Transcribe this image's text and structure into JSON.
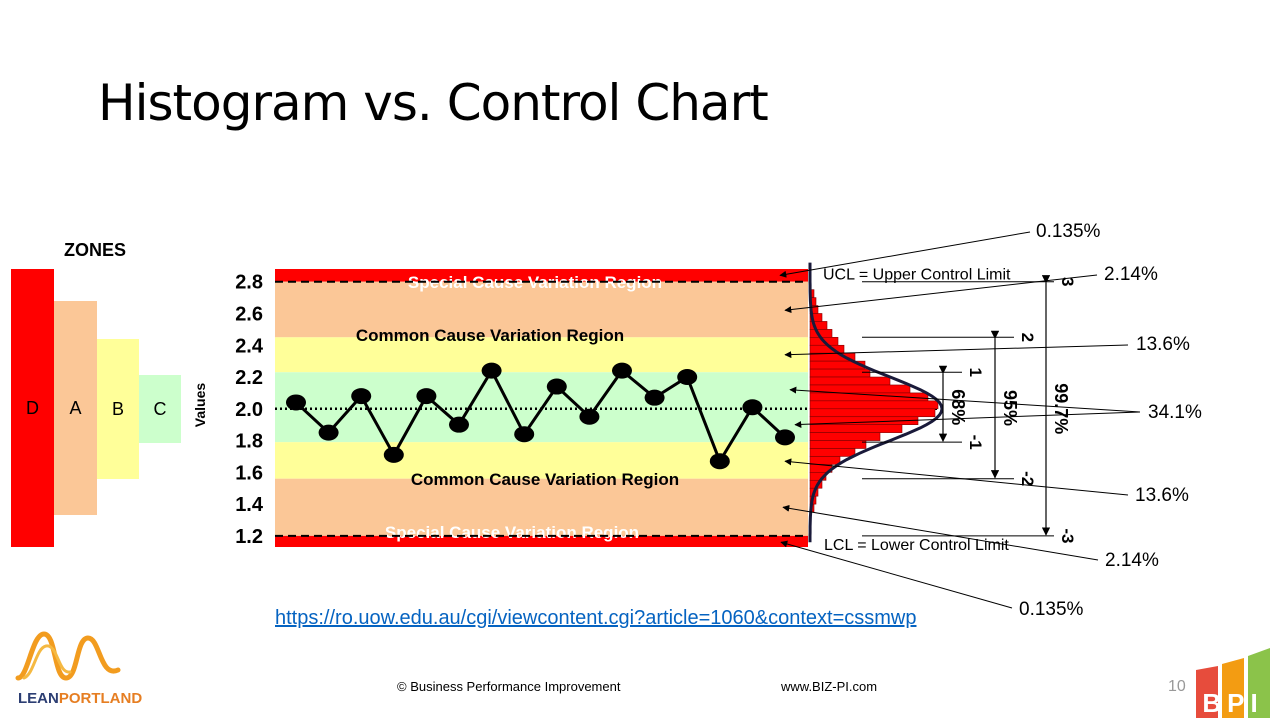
{
  "slide": {
    "title": "Histogram vs. Control Chart",
    "zones_label": "ZONES",
    "zones": [
      "D",
      "A",
      "B",
      "C"
    ],
    "link": "https://ro.uow.edu.au/cgi/viewcontent.cgi?article=1060&context=cssmwp",
    "footer_copyright": "© Business Performance Improvement",
    "footer_site": "www.BIZ-PI.com",
    "page_number": "10",
    "logo_left": {
      "part1": "LEAN",
      "part2": "PORTLAND"
    },
    "logo_right": "BPI"
  },
  "colors": {
    "special": "#ff0000",
    "common_outer": "#fbc797",
    "common_mid": "#ffff99",
    "center": "#ccffcc",
    "hist_bar": "#ff0000",
    "line": "#000000",
    "link": "#0563c1"
  },
  "chart_data": {
    "type": "line",
    "ylabel": "Values",
    "yticks": [
      1.2,
      1.4,
      1.6,
      1.8,
      2.0,
      2.2,
      2.4,
      2.6,
      2.8
    ],
    "ylim": [
      1.13,
      2.88
    ],
    "center_line": 2.0,
    "ucl": 2.8,
    "lcl": 1.2,
    "bands": [
      {
        "from": 2.8,
        "to": 2.88,
        "kind": "special",
        "label": "Special Cause Variation Region"
      },
      {
        "from": 2.45,
        "to": 2.8,
        "kind": "common_outer",
        "label": ""
      },
      {
        "from": 2.23,
        "to": 2.45,
        "kind": "common_mid",
        "label": "Common Cause Variation Region"
      },
      {
        "from": 1.79,
        "to": 2.23,
        "kind": "center",
        "label": ""
      },
      {
        "from": 1.56,
        "to": 1.79,
        "kind": "common_mid",
        "label": "Common Cause Variation Region"
      },
      {
        "from": 1.2,
        "to": 1.56,
        "kind": "common_outer",
        "label": ""
      },
      {
        "from": 1.13,
        "to": 1.2,
        "kind": "special",
        "label": "Special Cause Variation Region"
      }
    ],
    "values": [
      2.04,
      1.85,
      2.08,
      1.71,
      2.08,
      1.9,
      2.24,
      1.84,
      2.14,
      1.95,
      2.24,
      2.07,
      2.2,
      1.67,
      2.01,
      1.82
    ],
    "histogram": [
      {
        "y0": 2.7,
        "y1": 2.75,
        "w": 4
      },
      {
        "y0": 2.65,
        "y1": 2.7,
        "w": 6
      },
      {
        "y0": 2.6,
        "y1": 2.65,
        "w": 8
      },
      {
        "y0": 2.55,
        "y1": 2.6,
        "w": 12
      },
      {
        "y0": 2.5,
        "y1": 2.55,
        "w": 17
      },
      {
        "y0": 2.45,
        "y1": 2.5,
        "w": 22
      },
      {
        "y0": 2.4,
        "y1": 2.45,
        "w": 28
      },
      {
        "y0": 2.35,
        "y1": 2.4,
        "w": 34
      },
      {
        "y0": 2.3,
        "y1": 2.35,
        "w": 45
      },
      {
        "y0": 2.25,
        "y1": 2.3,
        "w": 55
      },
      {
        "y0": 2.2,
        "y1": 2.25,
        "w": 60
      },
      {
        "y0": 2.15,
        "y1": 2.2,
        "w": 80
      },
      {
        "y0": 2.1,
        "y1": 2.15,
        "w": 100
      },
      {
        "y0": 2.05,
        "y1": 2.1,
        "w": 118
      },
      {
        "y0": 2.0,
        "y1": 2.05,
        "w": 128
      },
      {
        "y0": 1.95,
        "y1": 2.0,
        "w": 125
      },
      {
        "y0": 1.9,
        "y1": 1.95,
        "w": 108
      },
      {
        "y0": 1.85,
        "y1": 1.9,
        "w": 92
      },
      {
        "y0": 1.8,
        "y1": 1.85,
        "w": 70
      },
      {
        "y0": 1.75,
        "y1": 1.8,
        "w": 56
      },
      {
        "y0": 1.7,
        "y1": 1.75,
        "w": 45
      },
      {
        "y0": 1.65,
        "y1": 1.7,
        "w": 30
      },
      {
        "y0": 1.6,
        "y1": 1.65,
        "w": 22
      },
      {
        "y0": 1.55,
        "y1": 1.6,
        "w": 16
      },
      {
        "y0": 1.5,
        "y1": 1.55,
        "w": 12
      },
      {
        "y0": 1.45,
        "y1": 1.5,
        "w": 8
      },
      {
        "y0": 1.4,
        "y1": 1.45,
        "w": 6
      },
      {
        "y0": 1.35,
        "y1": 1.4,
        "w": 4
      }
    ],
    "control_labels": {
      "ucl": "UCL = Upper Control Limit",
      "lcl": "LCL = Lower Control Limit"
    },
    "sigma_marks": [
      {
        "label": "3",
        "value": 2.8
      },
      {
        "label": "2",
        "value": 2.45
      },
      {
        "label": "1",
        "value": 2.23
      },
      {
        "label": "-1",
        "value": 1.79
      },
      {
        "label": "-2",
        "value": 1.56
      },
      {
        "label": "-3",
        "value": 1.2
      }
    ],
    "spans": [
      {
        "label": "68%",
        "from": 2.23,
        "to": 1.79
      },
      {
        "label": "95%",
        "from": 2.45,
        "to": 1.56
      },
      {
        "label": "99.7%",
        "from": 2.8,
        "to": 1.2
      }
    ],
    "annotations": [
      {
        "label": "0.135%",
        "target": 2.84
      },
      {
        "label": "2.14%",
        "target": 2.62
      },
      {
        "label": "13.6%",
        "target": 2.34
      },
      {
        "label": "34.1%",
        "target": 2.12
      },
      {
        "label": "34.1%",
        "target": 1.9
      },
      {
        "label": "13.6%",
        "target": 1.67
      },
      {
        "label": "2.14%",
        "target": 1.38
      },
      {
        "label": "0.135%",
        "target": 1.16
      }
    ]
  }
}
